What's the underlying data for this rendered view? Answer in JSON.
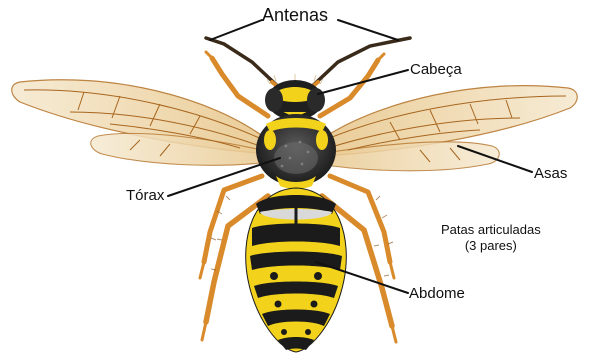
{
  "labels": {
    "antenas": "Antenas",
    "cabeca": "Cabeça",
    "asas": "Asas",
    "torax": "Tórax",
    "patas_line1": "Patas articuladas",
    "patas_line2": "(3 pares)",
    "abdome": "Abdome"
  },
  "colors": {
    "yellow": "#f2d21b",
    "black": "#1b1b1b",
    "leg": "#d98a2a",
    "wing_vein": "#a8661f",
    "wing_fill": "#f3e1bf",
    "leader_line": "#111111"
  }
}
